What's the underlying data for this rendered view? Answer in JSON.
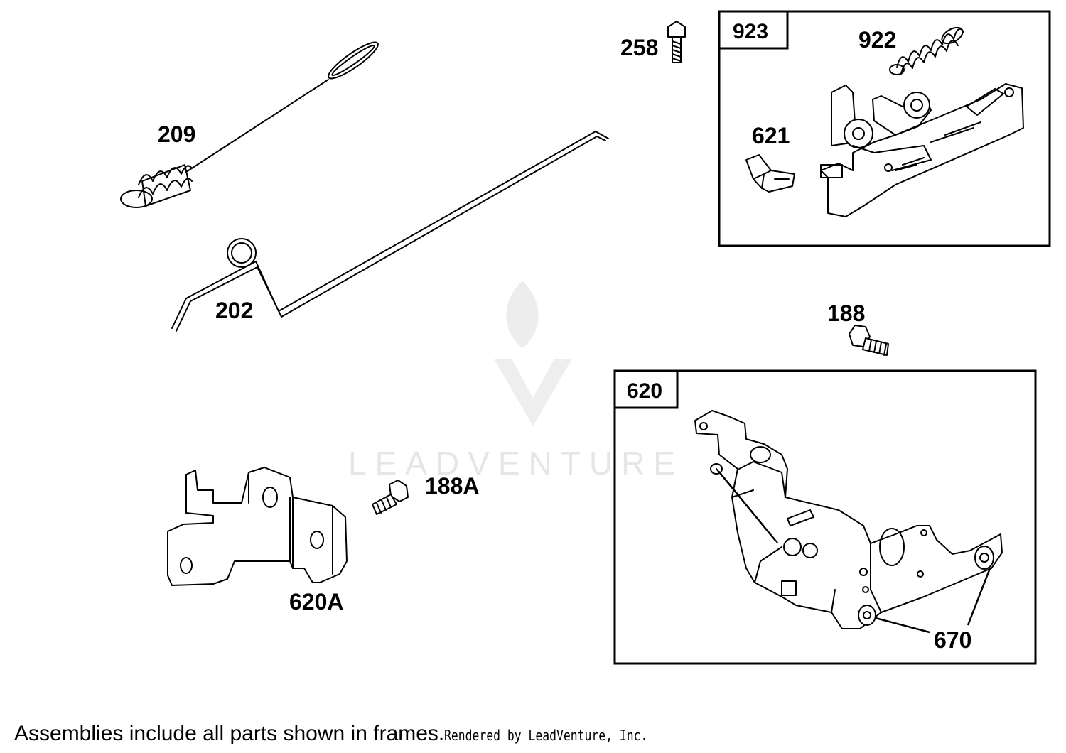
{
  "diagram": {
    "parts": {
      "p209": "209",
      "p202": "202",
      "p258": "258",
      "p188": "188",
      "p188a": "188A",
      "p620a": "620A",
      "p922": "922",
      "p621": "621",
      "p670": "670"
    },
    "frames": {
      "f923": "923",
      "f620": "620"
    },
    "watermark": "LEADVENTURE"
  },
  "footer": {
    "note": "Assemblies include all parts shown in frames.",
    "credit": "Rendered by LeadVenture, Inc."
  }
}
